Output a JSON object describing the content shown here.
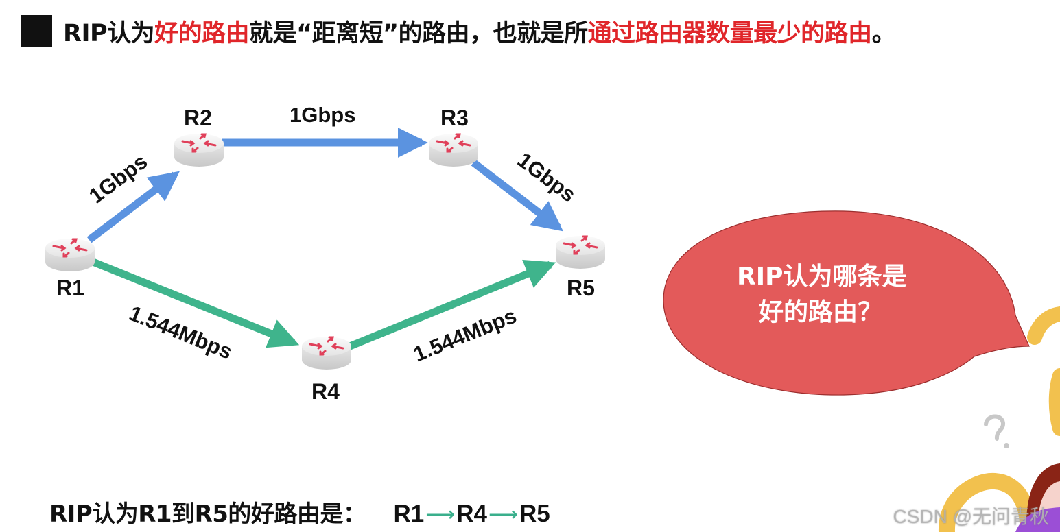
{
  "headline": {
    "segments": [
      {
        "text": "RIP认为",
        "highlight": false
      },
      {
        "text": "好的路由",
        "highlight": true
      },
      {
        "text": "就是“距离短”的路由，也就是所",
        "highlight": false
      },
      {
        "text": "通过路由器数量最少的路由",
        "highlight": true
      },
      {
        "text": "。",
        "highlight": false
      }
    ]
  },
  "colors": {
    "highlight_red": "#e0262a",
    "fast_link": "#5b93e0",
    "slow_link": "#3fb48c",
    "bubble": "#e35a5a",
    "decor_yellow": "#f2c14e",
    "router_arrow": "#e0405a"
  },
  "diagram": {
    "routers": [
      {
        "id": "R1",
        "label": "R1",
        "icon": "router-icon"
      },
      {
        "id": "R2",
        "label": "R2",
        "icon": "router-icon"
      },
      {
        "id": "R3",
        "label": "R3",
        "icon": "router-icon"
      },
      {
        "id": "R4",
        "label": "R4",
        "icon": "router-icon"
      },
      {
        "id": "R5",
        "label": "R5",
        "icon": "router-icon"
      }
    ],
    "links": [
      {
        "from": "R1",
        "to": "R2",
        "bandwidth": "1Gbps",
        "type": "fast"
      },
      {
        "from": "R2",
        "to": "R3",
        "bandwidth": "1Gbps",
        "type": "fast"
      },
      {
        "from": "R3",
        "to": "R5",
        "bandwidth": "1Gbps",
        "type": "fast"
      },
      {
        "from": "R1",
        "to": "R4",
        "bandwidth": "1.544Mbps",
        "type": "slow"
      },
      {
        "from": "R4",
        "to": "R5",
        "bandwidth": "1.544Mbps",
        "type": "slow"
      }
    ]
  },
  "bubble": {
    "line1": "RIP认为哪条是",
    "line2": "好的路由？"
  },
  "answer": {
    "prefix": "RIP认为R1到R5的好路由是：",
    "path": [
      "R1",
      "R4",
      "R5"
    ],
    "arrow": "⟶"
  },
  "watermark": "CSDN @无问青秋"
}
